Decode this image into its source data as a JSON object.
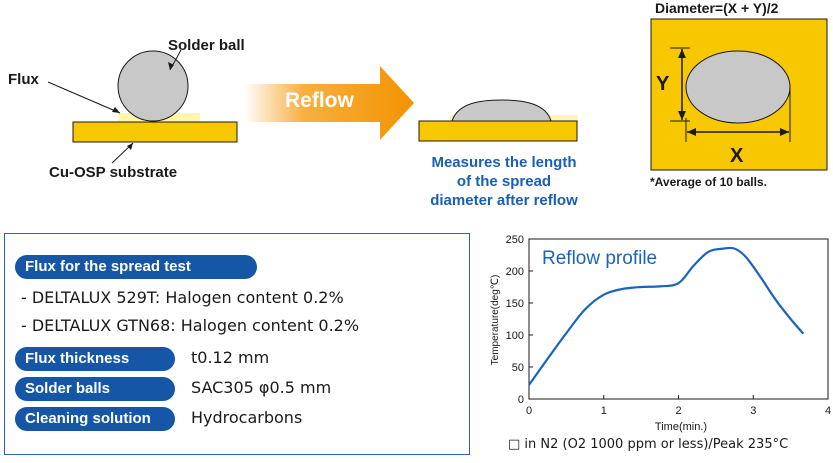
{
  "diagram": {
    "solder_ball_label": "Solder ball",
    "flux_label": "Flux",
    "substrate_label": "Cu-OSP substrate",
    "arrow_label": "Reflow",
    "measure_text": [
      "Measures the length",
      "of the spread",
      "diameter after reflow"
    ],
    "diameter_formula": "Diameter=(X + Y)/2",
    "axis_x": "X",
    "axis_y": "Y",
    "average_note": "*Average of 10 balls."
  },
  "conditions": {
    "flux_header": "Flux for the spread test",
    "flux_items": [
      "- DELTALUX 529T: Halogen content 0.2%",
      "- DELTALUX GTN68: Halogen content 0.2%"
    ],
    "rows": [
      {
        "label": "Flux thickness",
        "value": "t0.12 mm"
      },
      {
        "label": "Solder balls",
        "value": "SAC305 φ0.5 mm"
      },
      {
        "label": "Cleaning solution",
        "value": "Hydrocarbons"
      }
    ]
  },
  "colors": {
    "blue": "#1556a6",
    "orange": "#f39200",
    "gold": "#f7c800",
    "curve": "#1a64c0"
  },
  "chart_data": {
    "type": "line",
    "title": "Reflow profile",
    "xlabel": "Time(min.)",
    "ylabel": "Temperature(deg℃)",
    "xlim": [
      0,
      4
    ],
    "ylim": [
      0,
      250
    ],
    "xticks": [
      0,
      1,
      2,
      3,
      4
    ],
    "yticks": [
      0,
      50,
      100,
      150,
      200,
      250
    ],
    "x": [
      0,
      0.25,
      0.5,
      0.75,
      1.0,
      1.25,
      1.5,
      1.75,
      2.0,
      2.2,
      2.4,
      2.6,
      2.75,
      2.9,
      3.1,
      3.3,
      3.5,
      3.67
    ],
    "y": [
      22,
      63,
      103,
      140,
      163,
      172,
      175,
      176,
      181,
      208,
      230,
      235,
      235,
      222,
      190,
      155,
      125,
      102
    ],
    "note": "□ in N2 (O2 1000 ppm or less)/Peak 235°C",
    "grid": false
  }
}
